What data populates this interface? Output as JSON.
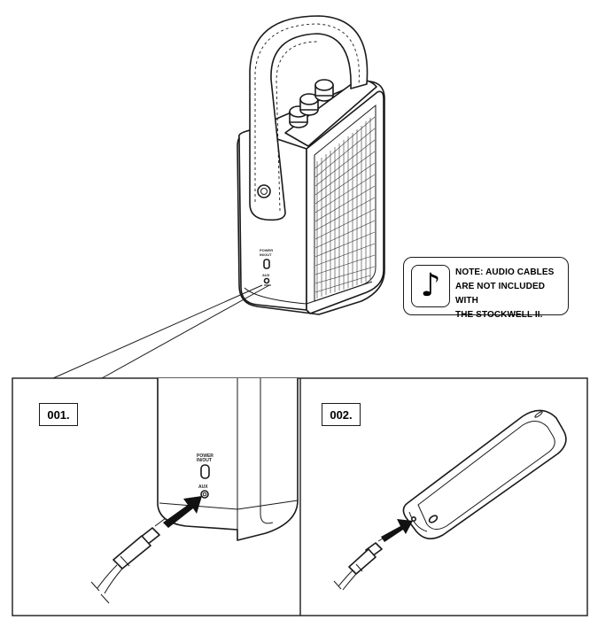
{
  "note": {
    "icon": "music-note-icon",
    "lines": [
      "NOTE: AUDIO CABLES",
      "ARE NOT INCLUDED WITH",
      "THE STOCKWELL II."
    ]
  },
  "steps": [
    {
      "label": "001."
    },
    {
      "label": "002."
    }
  ],
  "panel_labels": {
    "power_in": "POWER IN/OUT",
    "aux": "AUX"
  }
}
